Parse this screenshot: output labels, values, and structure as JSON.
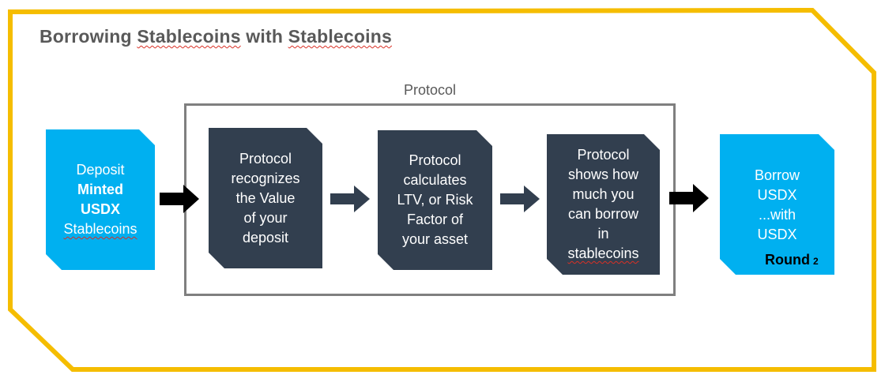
{
  "title": {
    "part1": "Borrowing",
    "part2": "Stablecoins",
    "part3": "with",
    "part4": "Stablecoins"
  },
  "protocol_group": {
    "label": "Protocol"
  },
  "steps": {
    "deposit": {
      "lines": [
        "Deposit",
        "Minted",
        "USDX",
        "Stablecoins"
      ]
    },
    "recognize": {
      "lines": [
        "Protocol",
        "recognizes",
        "the Value",
        "of your",
        "deposit"
      ]
    },
    "calculate": {
      "lines": [
        "Protocol",
        "calculates",
        "LTV, or Risk",
        "Factor of",
        "your asset"
      ]
    },
    "show": {
      "lines": [
        "Protocol",
        "shows how",
        "much you",
        "can borrow",
        "in",
        "stablecoins"
      ]
    },
    "borrow": {
      "lines": [
        "Borrow",
        "USDX",
        "...with",
        "USDX"
      ],
      "round_label": "Round",
      "round_number": "2"
    }
  },
  "colors": {
    "frame": "#f5bd00",
    "light_card": "#00b0f0",
    "dark_card": "#323f4f",
    "arrow_black": "#000000",
    "arrow_dark": "#323f4f",
    "protocol_border": "#7f7f7f"
  }
}
